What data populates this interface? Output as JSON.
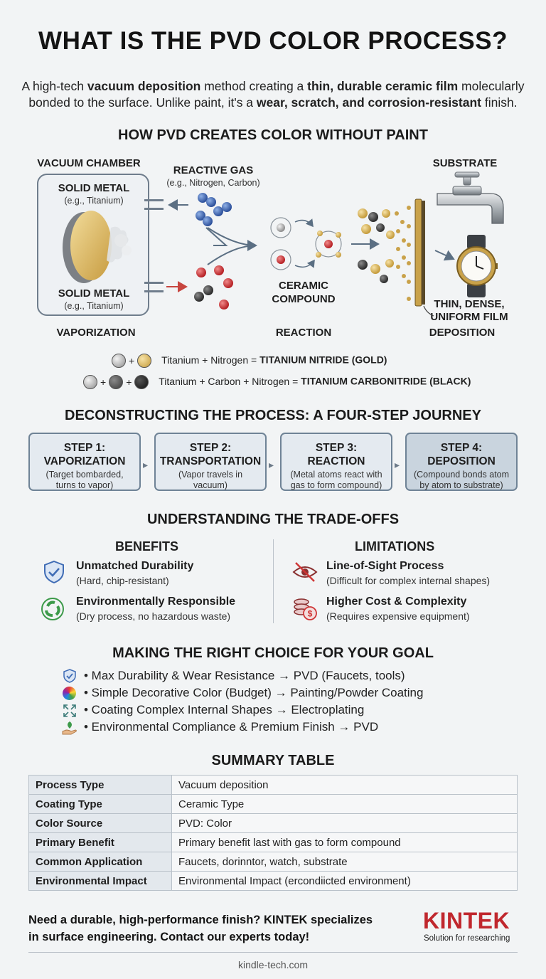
{
  "title": "WHAT IS THE PVD COLOR PROCESS?",
  "intro": {
    "p1": "A high-tech ",
    "b1": "vacuum deposition",
    "p2": " method creating a ",
    "b2": "thin, durable ceramic film",
    "p3": " molecularly bonded to the surface. Unlike paint, it's a ",
    "b3": "wear, scratch, and corrosion-resistant",
    "p4": " finish."
  },
  "diagram": {
    "heading": "HOW PVD CREATES COLOR WITHOUT PAINT",
    "vacuum_chamber": "VACUUM CHAMBER",
    "solid_metal": "SOLID METAL",
    "solid_metal_eg": "(e.g., Titanium)",
    "reactive_gas": "REACTIVE GAS",
    "reactive_gas_eg": "(e.g., Nitrogen, Carbon)",
    "ceramic_compound_1": "CERAMIC",
    "ceramic_compound_2": "COMPOUND",
    "substrate": "SUBSTRATE",
    "film_1": "THIN, DENSE,",
    "film_2": "UNIFORM FILM",
    "stage_vaporization": "VAPORIZATION",
    "stage_reaction": "REACTION",
    "stage_deposition": "DEPOSITION"
  },
  "formulas": [
    {
      "text": "Titanium + Nitrogen = ",
      "result": "TITANIUM NITRIDE (GOLD)"
    },
    {
      "text": "Titanium + Carbon + Nitrogen = ",
      "result": "TITANIUM CARBONITRIDE (BLACK)"
    }
  ],
  "plus_sign": "+",
  "steps_heading": "DECONSTRUCTING THE PROCESS: A FOUR-STEP JOURNEY",
  "steps": [
    {
      "l1": "STEP 1:",
      "l2": "VAPORIZATION",
      "d1": "(Target bombarded,",
      "d2": "turns to vapor)"
    },
    {
      "l1": "STEP 2:",
      "l2": "TRANSPORTATION",
      "d1": "(Vapor travels in",
      "d2": "vacuum)"
    },
    {
      "l1": "STEP 3:",
      "l2": "REACTION",
      "d1": "(Metal atoms react with",
      "d2": "gas to form compound)"
    },
    {
      "l1": "STEP 4:",
      "l2": "DEPOSITION",
      "d1": "(Compound bonds atom",
      "d2": "by atom to substrate)"
    }
  ],
  "tradeoffs": {
    "heading": "UNDERSTANDING THE TRADE-OFFS",
    "benefits_title": "BENEFITS",
    "limitations_title": "LIMITATIONS",
    "benefits": [
      {
        "title": "Unmatched Durability",
        "desc": "(Hard, chip-resistant)",
        "icon": "shield-check-icon"
      },
      {
        "title": "Environmentally Responsible",
        "desc": "(Dry process, no hazardous waste)",
        "icon": "recycle-icon"
      }
    ],
    "limitations": [
      {
        "title": "Line-of-Sight Process",
        "desc": "(Difficult for complex internal shapes)",
        "icon": "eye-slash-icon"
      },
      {
        "title": "Higher Cost & Complexity",
        "desc": "(Requires expensive equipment)",
        "icon": "coins-dollar-icon"
      }
    ]
  },
  "choice": {
    "heading": "MAKING THE RIGHT CHOICE FOR YOUR GOAL",
    "items": [
      {
        "text": "• Max Durability & Wear Resistance → PVD (Faucets, tools)",
        "icon": "shield-check-icon"
      },
      {
        "text": "• Simple Decorative Color (Budget) → Painting/Powder Coating",
        "icon": "color-wheel-icon"
      },
      {
        "text": "• Coating Complex Internal Shapes → Electroplating",
        "icon": "expand-arrows-icon"
      },
      {
        "text": "• Environmental Compliance & Premium Finish → PVD",
        "icon": "hand-leaf-icon"
      }
    ]
  },
  "summary": {
    "heading": "SUMMARY TABLE",
    "rows": [
      {
        "k": "Process Type",
        "v": "Vacuum deposition"
      },
      {
        "k": "Coating Type",
        "v": "Ceramic Type"
      },
      {
        "k": "Color Source",
        "v": "PVD: Color"
      },
      {
        "k": "Primary Benefit",
        "v": "Primary benefit last with gas to form compound"
      },
      {
        "k": "Common Application",
        "v": "Faucets, dorinntor, watch, substrate"
      },
      {
        "k": "Environmental Impact",
        "v": "Environmental Impact (ercondiicted environment)"
      }
    ]
  },
  "cta": {
    "l1": "Need a durable, high-performance finish? KINTEK specializes",
    "l2": "in surface engineering. Contact our experts today!"
  },
  "brand": {
    "name": "KINTEK",
    "tagline": "Solution for researching"
  },
  "footer": "kindle-tech.com",
  "colors": {
    "brand_red": "#c0272d",
    "gold": "#d9b45a",
    "accent_blue": "#3f6cb5",
    "accent_red": "#cf3434"
  }
}
